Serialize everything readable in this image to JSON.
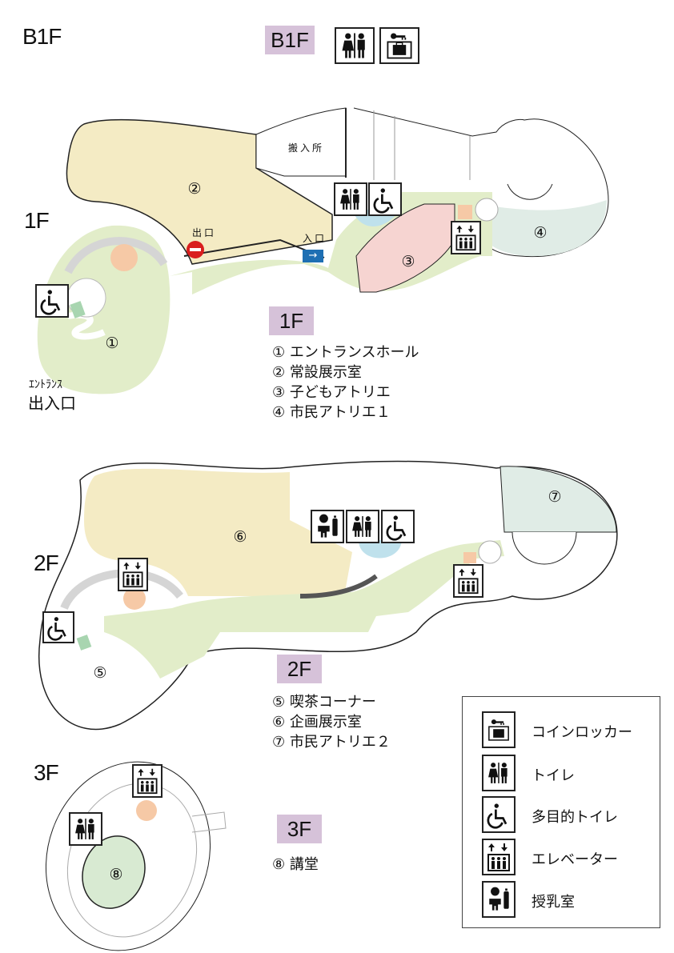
{
  "floors": {
    "b1f": "B1F",
    "f1": "1F",
    "f2": "2F",
    "f3": "3F"
  },
  "tags": {
    "b1f": "B1F",
    "f1": "1F",
    "f2": "2F",
    "f3": "3F"
  },
  "labels": {
    "loading": "搬入所",
    "exit": "出口",
    "entrance": "入口",
    "entrance_small": "ｴﾝﾄﾗﾝｽ",
    "entrance_main": "出入口"
  },
  "room_numbers": [
    "①",
    "②",
    "③",
    "④",
    "⑤",
    "⑥",
    "⑦",
    "⑧"
  ],
  "f1_rooms": [
    "① エントランスホール",
    "② 常設展示室",
    "③ 子どもアトリエ",
    "④ 市民アトリエ１"
  ],
  "f2_rooms": [
    "⑤ 喫茶コーナー",
    "⑥ 企画展示室",
    "⑦ 市民アトリエ２"
  ],
  "f3_rooms": [
    "⑧ 講堂"
  ],
  "legend": [
    {
      "icon": "locker-icon",
      "label": "コインロッカー"
    },
    {
      "icon": "toilet-icon",
      "label": "トイレ"
    },
    {
      "icon": "wheelchair-icon",
      "label": "多目的トイレ"
    },
    {
      "icon": "elevator-icon",
      "label": "エレベーター"
    },
    {
      "icon": "nursing-icon",
      "label": "授乳室"
    }
  ],
  "colors": {
    "permanent": "#f4ebc4",
    "hall": "#e2edc9",
    "kids": "#f6d4d1",
    "atelier": "#e0ece6",
    "tag": "#d6c2d9",
    "elevator_core": "#f6c9a6"
  }
}
